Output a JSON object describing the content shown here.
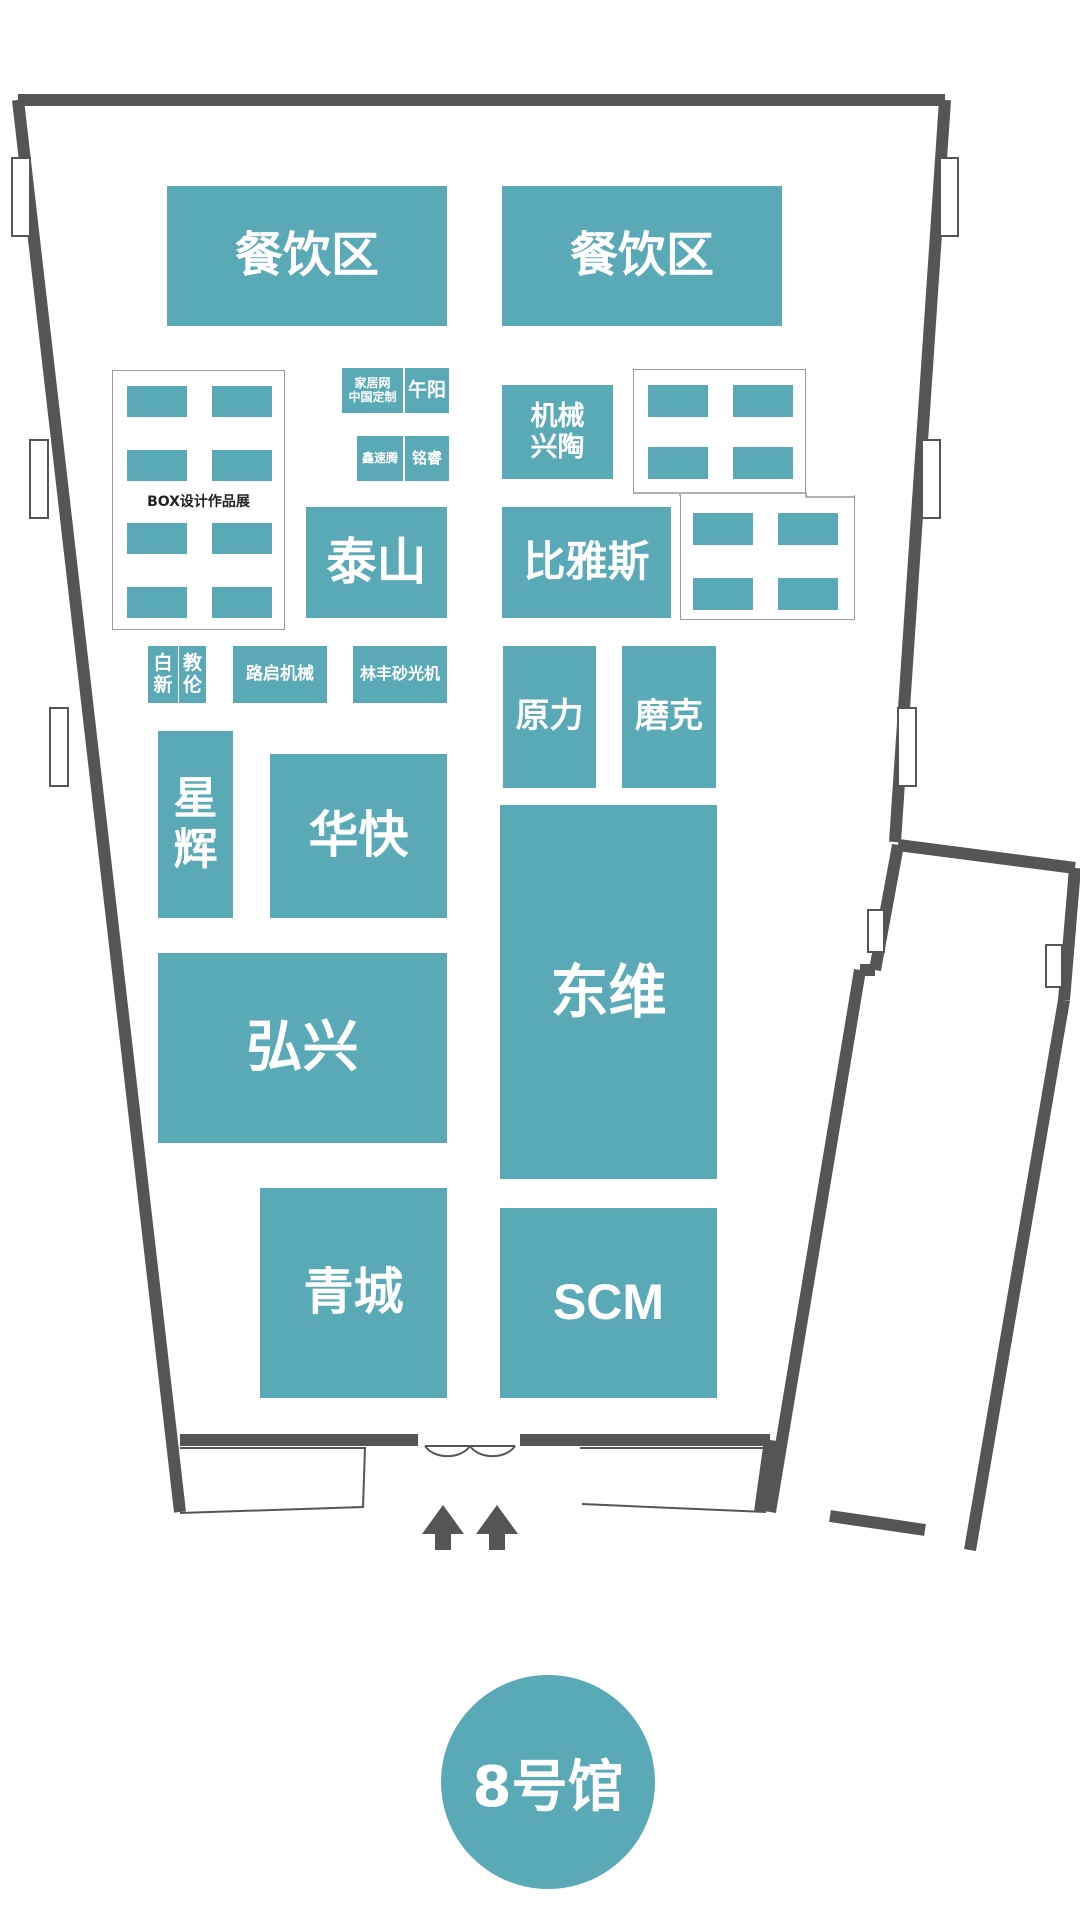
{
  "hall": {
    "label": "8号馆"
  },
  "colors": {
    "booth": "#5aa9b7",
    "wall": "#555555",
    "outline": "#9a9a9a"
  },
  "booths": {
    "dining_left": "餐饮区",
    "dining_right": "餐饮区",
    "jiajuwang": "家居网\n中国定制",
    "wuyang": "午阳",
    "xinsuteng": "鑫速腾",
    "mingrui": "铭睿",
    "box_exhibit": "BOX设计作品展",
    "jixie_xingtao": "机械\n兴陶",
    "taishan": "泰山",
    "biyasi": "比雅斯",
    "baixin": "白\n新",
    "jiaolun": "教\n伦",
    "luqi": "路启机械",
    "linfeng": "林丰砂光机",
    "yuanli": "原力",
    "moke": "磨克",
    "xinghui": "星\n辉",
    "huakuai": "华快",
    "dongwei": "东维",
    "hongxing": "弘兴",
    "qingcheng": "青城",
    "scm": "SCM"
  },
  "icons": {
    "entrance": "up-arrow-icon",
    "door": "door-icon"
  }
}
